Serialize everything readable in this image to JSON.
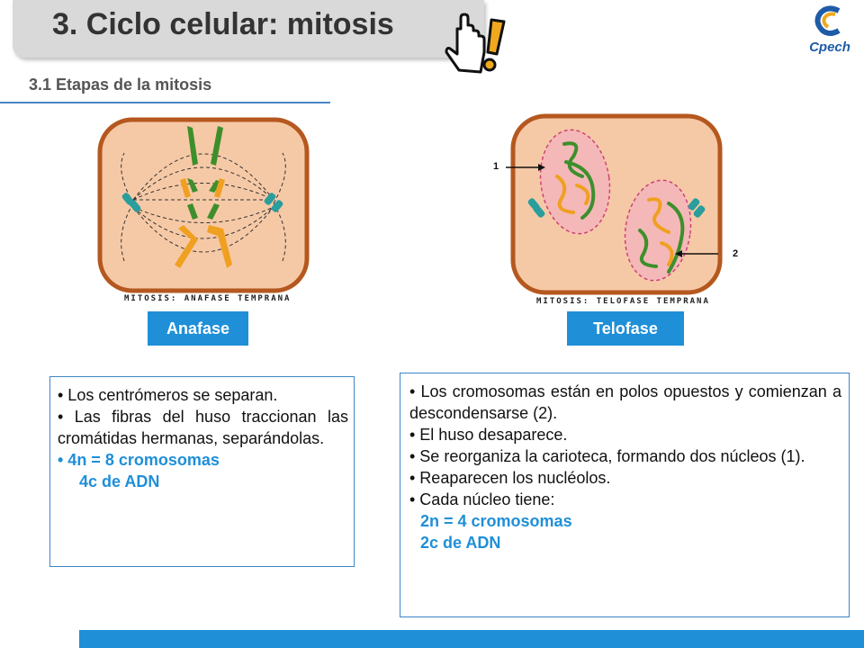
{
  "header": {
    "title": "3. Ciclo celular: mitosis",
    "subtitle": "3.1 Etapas de la mitosis",
    "logo_text": "Cpech"
  },
  "figures": {
    "anafase": {
      "caption": "MITOSIS: ANAFASE TEMPRANA",
      "label": "Anafase"
    },
    "telofase": {
      "caption": "MITOSIS: TELOFASE TEMPRANA",
      "label": "Telofase",
      "marker_1": "1",
      "marker_2": "2"
    }
  },
  "boxes": {
    "anafase": {
      "items": [
        "• Los centrómeros se separan.",
        "• Las fibras del huso traccionan las cromátidas hermanas, separándolas."
      ],
      "highlight_1": "• 4n = 8 cromosomas",
      "highlight_2": "4c de ADN"
    },
    "telofase": {
      "items": [
        "• Los cromosomas están en polos opuestos y comienzan a descondensarse (2).",
        "• El huso desaparece.",
        "• Se reorganiza la carioteca, formando dos núcleos (1).",
        "• Reaparecen los nucléolos.",
        "• Cada núcleo tiene:"
      ],
      "highlight_1": "2n = 4 cromosomas",
      "highlight_2": "2c de ADN"
    }
  },
  "colors": {
    "accent": "#1f8fd8",
    "cell_fill": "#f6c9a6",
    "cell_border": "#b5581f",
    "chromosome_green": "#3e8f2c",
    "chromosome_orange": "#f0a020"
  }
}
